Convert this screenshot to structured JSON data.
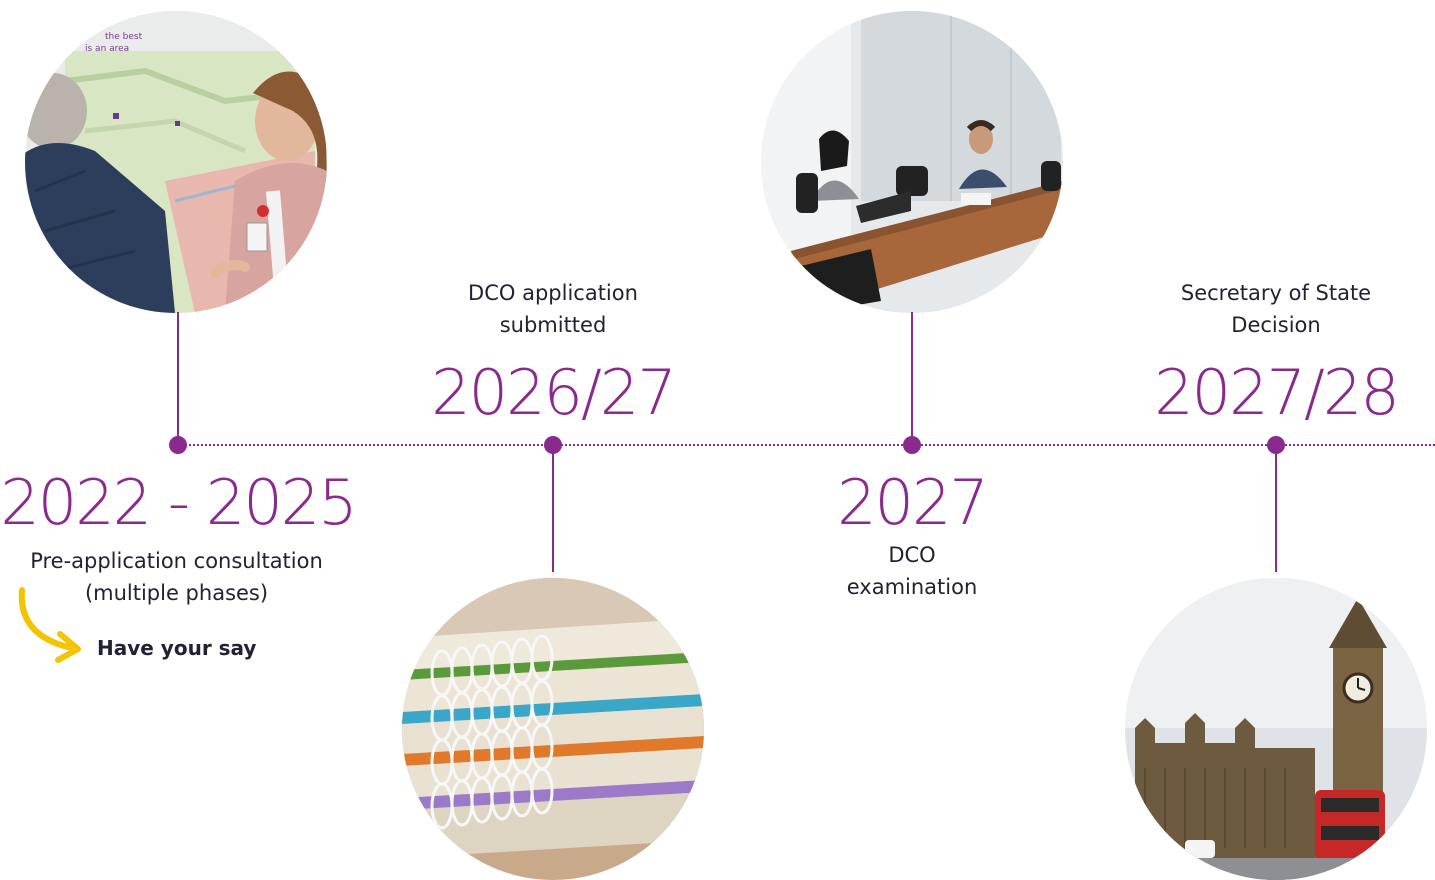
{
  "timeline": {
    "accent_color": "#8a2a8f",
    "arrow_color": "#f2c500",
    "milestones": [
      {
        "year": "2022 - 2025",
        "caption_line1": "Pre-application consultation",
        "caption_line2": "(multiple phases)",
        "cta_label": "Have your say",
        "photo": "consultation-event-photo"
      },
      {
        "year": "2026/27",
        "caption_line1": "DCO application",
        "caption_line2": "submitted",
        "photo": "spiral-bound-documents-photo"
      },
      {
        "year": "2027",
        "caption_line1": "DCO",
        "caption_line2": "examination",
        "photo": "examination-hearing-photo"
      },
      {
        "year": "2027/28",
        "caption_line1": "Secretary of State",
        "caption_line2": "Decision",
        "photo": "houses-of-parliament-photo"
      }
    ]
  }
}
